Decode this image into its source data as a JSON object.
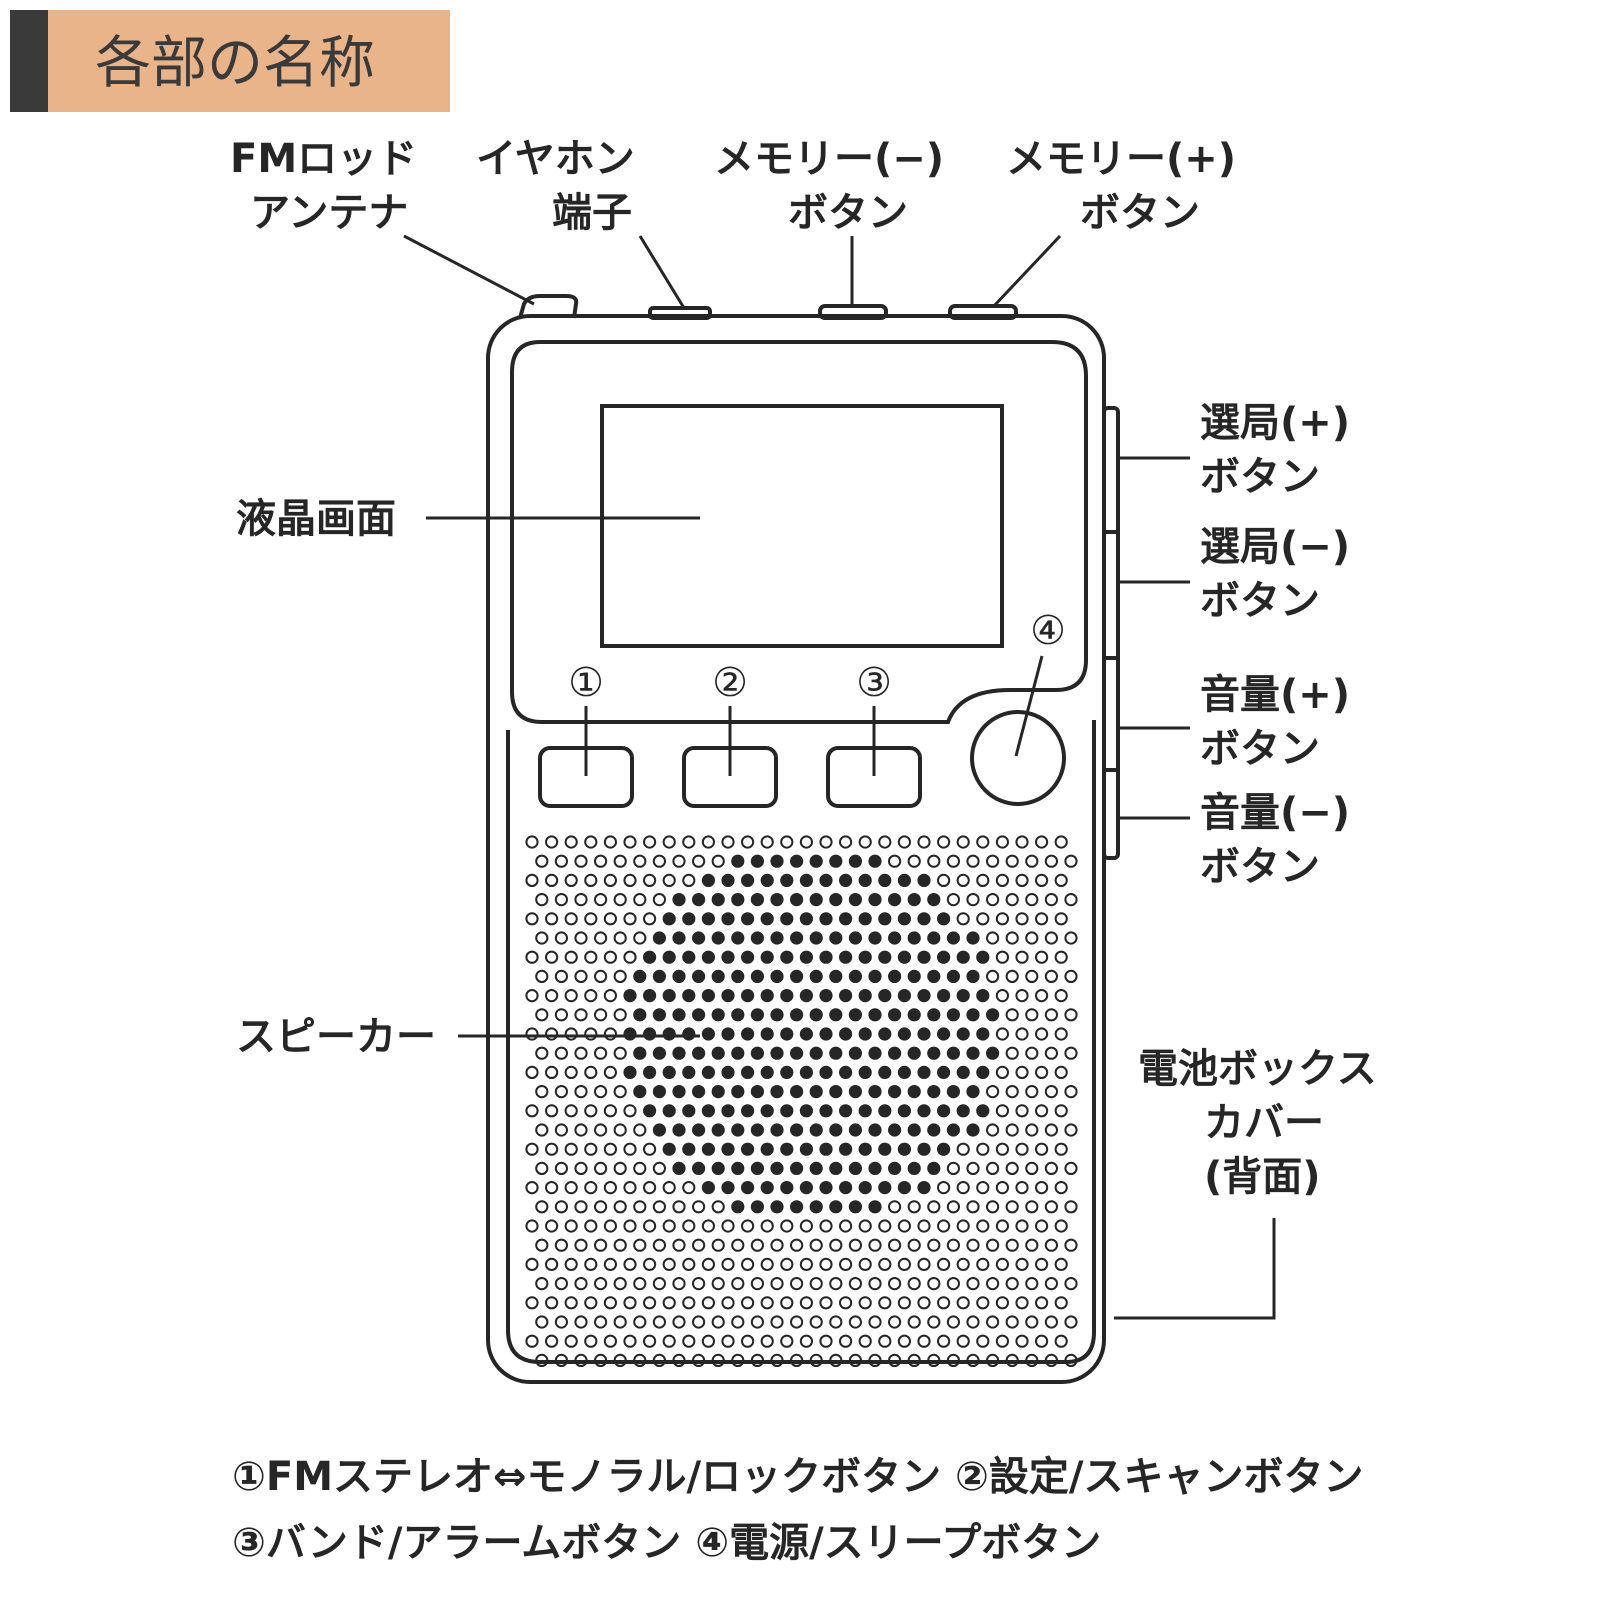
{
  "header": {
    "title": "各部の名称",
    "accent_color": "#e9b48a",
    "bar_color": "#3a3a3a"
  },
  "labels": {
    "antenna": [
      "FMロッド",
      "アンテナ"
    ],
    "earphone": [
      "イヤホン",
      "端子"
    ],
    "memory_minus": [
      "メモリー(−)",
      "ボタン"
    ],
    "memory_plus": [
      "メモリー(+)",
      "ボタン"
    ],
    "lcd": [
      "液晶画面"
    ],
    "tune_plus": [
      "選局(+)",
      "ボタン"
    ],
    "tune_minus": [
      "選局(−)",
      "ボタン"
    ],
    "vol_plus": [
      "音量(+)",
      "ボタン"
    ],
    "vol_minus": [
      "音量(−)",
      "ボタン"
    ],
    "speaker": [
      "スピーカー"
    ],
    "battery": [
      "電池ボックス",
      "カバー",
      "(背面)"
    ]
  },
  "button_numbers": [
    "①",
    "②",
    "③",
    "④"
  ],
  "legend": [
    "①FMステレオ⇔モノラル/ロックボタン ②設定/スキャンボタン",
    "③バンド/アラームボタン ④電源/スリープボタン"
  ],
  "colors": {
    "ink": "#262626",
    "paper": "#ffffff"
  }
}
